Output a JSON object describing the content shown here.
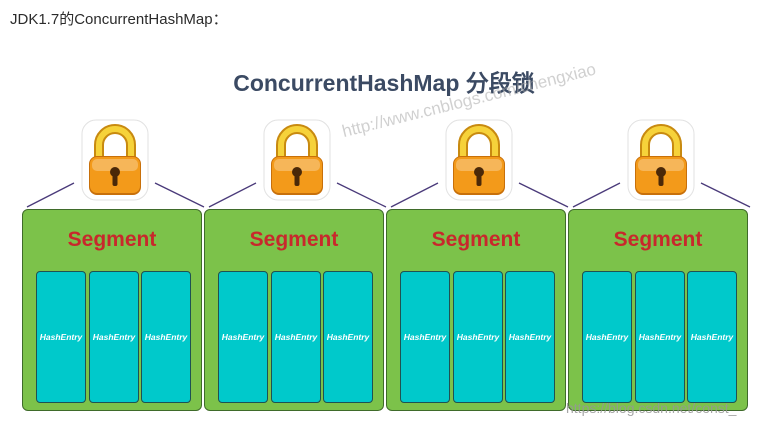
{
  "heading": "JDK1.7的ConcurrentHashMap：",
  "title": "ConcurrentHashMap 分段锁",
  "watermarks": {
    "top": "http://www.cnblogs.com/chengxiao",
    "bottom": "https://blog.csdn.net/const_"
  },
  "segments": [
    {
      "label": "Segment",
      "entries": [
        "HashEntry",
        "HashEntry",
        "HashEntry"
      ]
    },
    {
      "label": "Segment",
      "entries": [
        "HashEntry",
        "HashEntry",
        "HashEntry"
      ]
    },
    {
      "label": "Segment",
      "entries": [
        "HashEntry",
        "HashEntry",
        "HashEntry"
      ]
    },
    {
      "label": "Segment",
      "entries": [
        "HashEntry",
        "HashEntry",
        "HashEntry"
      ]
    }
  ],
  "colors": {
    "segment_fill": "#7cc24a",
    "entry_fill": "#00c9cb",
    "segment_text": "#c8282c",
    "lock_body": "#f39a1a",
    "lock_shackle": "#f6d23a",
    "connector": "#4a3a7a"
  },
  "icons": {
    "lock": "padlock-icon"
  }
}
